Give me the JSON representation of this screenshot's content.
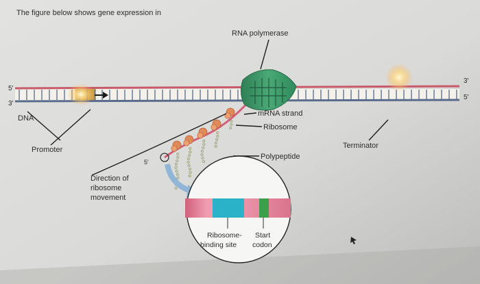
{
  "header": {
    "text": "The figure below shows gene expression in"
  },
  "labels": {
    "rna_polymerase": "RNA polymerase",
    "dna": "DNA",
    "five_prime_left": "5'",
    "three_prime_left": "3'",
    "three_prime_right": "3'",
    "five_prime_right": "5'",
    "mrna_strand": "mRNA strand",
    "ribosome": "Ribosome",
    "polypeptide": "Polypeptide",
    "terminator": "Terminator",
    "promoter": "Promoter",
    "mrna_five_prime": "5'",
    "direction_line1": "Direction of",
    "direction_line2": "ribosome",
    "direction_line3": "movement",
    "ribosome_binding_line1": "Ribosome-",
    "ribosome_binding_line2": "binding site",
    "start_line1": "Start",
    "start_line2": "codon"
  },
  "colors": {
    "dna_top_strand": "#c85a6a",
    "dna_bottom_strand": "#5a6c8c",
    "dna_rungs": "#6a7a98",
    "promoter_region": "#c8a04a",
    "polymerase": "#3e9a6a",
    "ribosome": "#e08a5a",
    "mrna": "#d2607a",
    "mrna_pink": "#e88aa0",
    "binding_site": "#2ab3c8",
    "start_codon": "#3aa04a"
  }
}
